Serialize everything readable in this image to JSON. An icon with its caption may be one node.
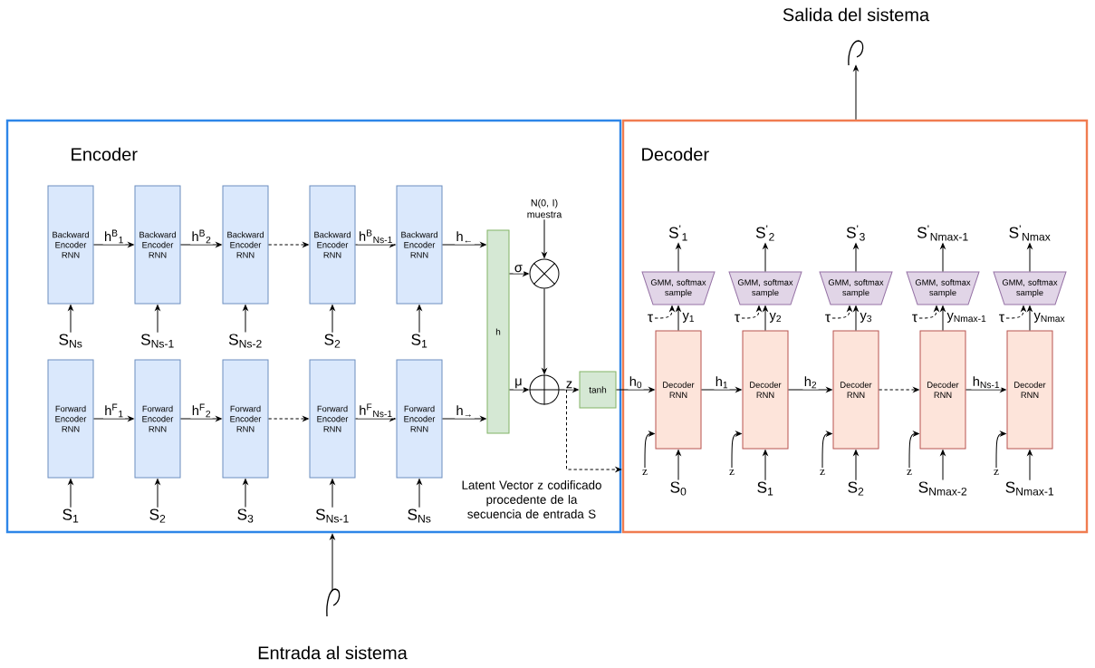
{
  "diagram": {
    "nodes": [
      {
        "text": [
          "Encoder"
        ]
      },
      {
        "text": [
          "Decoder"
        ]
      },
      {
        "text": [
          "Backward Encoder RNN"
        ],
        "in": 0
      },
      {
        "text": [
          "Backward Encoder RNN"
        ],
        "in": 0
      },
      {
        "text": [
          "Backward Encoder RNN"
        ],
        "in": 0
      },
      {
        "text": [
          "Backward Encoder RNN"
        ],
        "in": 0
      },
      {
        "text": [
          "Backward Encoder RNN"
        ],
        "in": 0
      },
      {
        "text": [
          "Forward Encoder RNN"
        ],
        "in": 0
      },
      {
        "text": [
          "Forward Encoder RNN"
        ],
        "in": 0
      },
      {
        "text": [
          "Forward Encoder RNN"
        ],
        "in": 0
      },
      {
        "text": [
          "Forward Encoder RNN"
        ],
        "in": 0
      },
      {
        "text": [
          "Forward Encoder RNN"
        ],
        "in": 0
      },
      {
        "text": [
          "S$_{Ns}$"
        ],
        "in": 0
      },
      {
        "text": [
          "S$_{Ns-1}$"
        ],
        "in": 0
      },
      {
        "text": [
          "S$_{Ns-2}$"
        ],
        "in": 0
      },
      {
        "text": [
          "S$_{2}$"
        ],
        "in": 0
      },
      {
        "text": [
          "S$_{1}$"
        ],
        "in": 0
      },
      {
        "text": [
          "S$_{1}$"
        ],
        "in": 0
      },
      {
        "text": [
          "S$_{2}$"
        ],
        "in": 0
      },
      {
        "text": [
          "S$_{3}$"
        ],
        "in": 0
      },
      {
        "text": [
          "S$_{Ns-1}$"
        ],
        "in": 0
      },
      {
        "text": [
          "S$_{Ns}$"
        ],
        "in": 0
      },
      {
        "text": [
          "h"
        ],
        "in": 0
      },
      {
        "text": [
          "N(0, I) muestra"
        ],
        "in": 0
      },
      {
        "text": [],
        "shape": "circle",
        "in": 0
      },
      {
        "text": [],
        "shape": "circle",
        "in": 0
      },
      {
        "text": [
          "tanh"
        ],
        "in": 0
      },
      {
        "text": [
          "Decoder RNN"
        ],
        "in": 1
      },
      {
        "text": [
          "Decoder RNN"
        ],
        "in": 1
      },
      {
        "text": [
          "Decoder RNN"
        ],
        "in": 1
      },
      {
        "text": [
          "Decoder RNN"
        ],
        "in": 1
      },
      {
        "text": [
          "Decoder RNN"
        ],
        "in": 1
      },
      {
        "text": [
          "GMM, softmax sample"
        ],
        "in": 1
      },
      {
        "text": [
          "GMM, softmax sample"
        ],
        "in": 1
      },
      {
        "text": [
          "GMM, softmax sample"
        ],
        "in": 1
      },
      {
        "text": [
          "GMM, softmax sample"
        ],
        "in": 1
      },
      {
        "text": [
          "GMM, softmax sample"
        ],
        "in": 1
      },
      {
        "text": [
          "S$^{'}$$_{1}$"
        ],
        "in": 1
      },
      {
        "text": [
          "S$^{'}$$_{2}$"
        ],
        "in": 1
      },
      {
        "text": [
          "S$^{'}$$_{3}$"
        ],
        "in": 1
      },
      {
        "text": [
          "S$^{'}$$_{Nmax-1}$"
        ],
        "in": 1
      },
      {
        "text": [
          "S$^{'}$$_{Nmax}$"
        ],
        "in": 1
      },
      {
        "text": [
          "S$_{0}$"
        ],
        "in": 1
      },
      {
        "text": [
          "S$_{1}$"
        ],
        "in": 1
      },
      {
        "text": [
          "S$_{2}$"
        ],
        "in": 1
      },
      {
        "text": [
          "S$_{Nmax-2}$"
        ],
        "in": 1
      },
      {
        "text": [
          "S$_{Nmax-1}$"
        ],
        "in": 1
      },
      {
        "text": [
          "z"
        ],
        "in": 1
      },
      {
        "text": [
          "z"
        ],
        "in": 1
      },
      {
        "text": [
          "z"
        ],
        "in": 1
      },
      {
        "text": [
          "z"
        ],
        "in": 1
      },
      {
        "text": [
          "z"
        ],
        "in": 1
      },
      {
        "text": [
          "τ"
        ],
        "in": 1
      },
      {
        "text": [
          "τ"
        ],
        "in": 1
      },
      {
        "text": [
          "τ"
        ],
        "in": 1
      },
      {
        "text": [
          "τ"
        ],
        "in": 1
      },
      {
        "text": [
          "τ"
        ],
        "in": 1
      },
      {
        "text": [
          "Entrada al sistema"
        ]
      },
      {
        "text": [
          "Salida del sistema"
        ]
      }
    ],
    "edges": [
      {
        "from": 2,
        "to": 3,
        "arrow": "to",
        "label": "h$^{B}$$_{1}$"
      },
      {
        "from": 3,
        "to": 4,
        "arrow": "to",
        "label": "h$^{B}$$_{2}$"
      },
      {
        "from": 4,
        "to": 5,
        "arrow": "to",
        "style": "dashed"
      },
      {
        "from": 5,
        "to": 6,
        "arrow": "to",
        "label": "h$^{B}$$_{Ns-1}$"
      },
      {
        "from": 6,
        "to": 22,
        "arrow": "to",
        "label": "h$_{←}$"
      },
      {
        "from": 7,
        "to": 8,
        "arrow": "to",
        "label": "h$^{F}$$_{1}$"
      },
      {
        "from": 8,
        "to": 9,
        "arrow": "to",
        "label": "h$^{F}$$_{2}$"
      },
      {
        "from": 9,
        "to": 10,
        "arrow": "to",
        "style": "dashed"
      },
      {
        "from": 10,
        "to": 11,
        "arrow": "to",
        "label": "h$^{F}$$_{Ns-1}$"
      },
      {
        "from": 11,
        "to": 22,
        "arrow": "to",
        "label": "h$_{→}$"
      },
      {
        "from": 12,
        "to": 2,
        "arrow": "to"
      },
      {
        "from": 13,
        "to": 3,
        "arrow": "to"
      },
      {
        "from": 14,
        "to": 4,
        "arrow": "to"
      },
      {
        "from": 15,
        "to": 5,
        "arrow": "to"
      },
      {
        "from": 16,
        "to": 6,
        "arrow": "to"
      },
      {
        "from": 17,
        "to": 7,
        "arrow": "to"
      },
      {
        "from": 18,
        "to": 8,
        "arrow": "to"
      },
      {
        "from": 19,
        "to": 9,
        "arrow": "to"
      },
      {
        "from": 20,
        "to": 10,
        "arrow": "to"
      },
      {
        "from": 21,
        "to": 11,
        "arrow": "to"
      },
      {
        "from": 22,
        "to": 24,
        "arrow": "to",
        "label": "σ"
      },
      {
        "from": 22,
        "to": 25,
        "arrow": "to",
        "label": "μ"
      },
      {
        "from": 23,
        "to": 24,
        "arrow": "to"
      },
      {
        "from": 24,
        "to": 25,
        "arrow": "to"
      },
      {
        "from": 25,
        "to": 26,
        "arrow": "to",
        "label": "z"
      },
      {
        "from": 25,
        "to": 1,
        "arrow": "to",
        "style": "dashed"
      },
      {
        "from": 26,
        "to": 27,
        "arrow": "to",
        "label": "h$_{0}$"
      },
      {
        "from": 27,
        "to": 28,
        "arrow": "to",
        "label": "h$_{1}$"
      },
      {
        "from": 28,
        "to": 29,
        "arrow": "to",
        "label": "h$_{2}$"
      },
      {
        "from": 29,
        "to": 30,
        "arrow": "to",
        "style": "dashed"
      },
      {
        "from": 30,
        "to": 31,
        "arrow": "to",
        "label": "h$_{Ns-1}$"
      },
      {
        "from": 27,
        "to": 32,
        "arrow": "to",
        "label": "y$_{1}$"
      },
      {
        "from": 28,
        "to": 33,
        "arrow": "to",
        "label": "y$_{2}$"
      },
      {
        "from": 29,
        "to": 34,
        "arrow": "to",
        "label": "y$_{3}$"
      },
      {
        "from": 30,
        "to": 35,
        "arrow": "to",
        "label": "y$_{Nmax-1}$"
      },
      {
        "from": 31,
        "to": 36,
        "arrow": "to",
        "label": "y$_{Nmax}$"
      },
      {
        "from": 32,
        "to": 37,
        "arrow": "to"
      },
      {
        "from": 33,
        "to": 38,
        "arrow": "to"
      },
      {
        "from": 34,
        "to": 39,
        "arrow": "to"
      },
      {
        "from": 35,
        "to": 40,
        "arrow": "to"
      },
      {
        "from": 36,
        "to": 41,
        "arrow": "to"
      },
      {
        "from": 42,
        "to": 27,
        "arrow": "to"
      },
      {
        "from": 43,
        "to": 28,
        "arrow": "to"
      },
      {
        "from": 44,
        "to": 29,
        "arrow": "to"
      },
      {
        "from": 45,
        "to": 30,
        "arrow": "to"
      },
      {
        "from": 46,
        "to": 31,
        "arrow": "to"
      },
      {
        "from": 47,
        "to": 27,
        "arrow": "to"
      },
      {
        "from": 48,
        "to": 28,
        "arrow": "to"
      },
      {
        "from": 49,
        "to": 29,
        "arrow": "to"
      },
      {
        "from": 50,
        "to": 30,
        "arrow": "to"
      },
      {
        "from": 51,
        "to": 31,
        "arrow": "to"
      },
      {
        "from": 52,
        "to": 32,
        "arrow": "to",
        "style": "dashed"
      },
      {
        "from": 53,
        "to": 33,
        "arrow": "to",
        "style": "dashed"
      },
      {
        "from": 54,
        "to": 34,
        "arrow": "to",
        "style": "dashed"
      },
      {
        "from": 55,
        "to": 35,
        "arrow": "to",
        "style": "dashed"
      },
      {
        "from": 56,
        "to": 36,
        "arrow": "to",
        "style": "dashed"
      },
      {
        "from": 57,
        "to": 0,
        "arrow": "to"
      },
      {
        "from": 1,
        "to": 58,
        "arrow": "to"
      }
    ],
    "labels": [
      "Latent Vector z codificado procedente de la secuencia de entrada S"
    ]
  }
}
